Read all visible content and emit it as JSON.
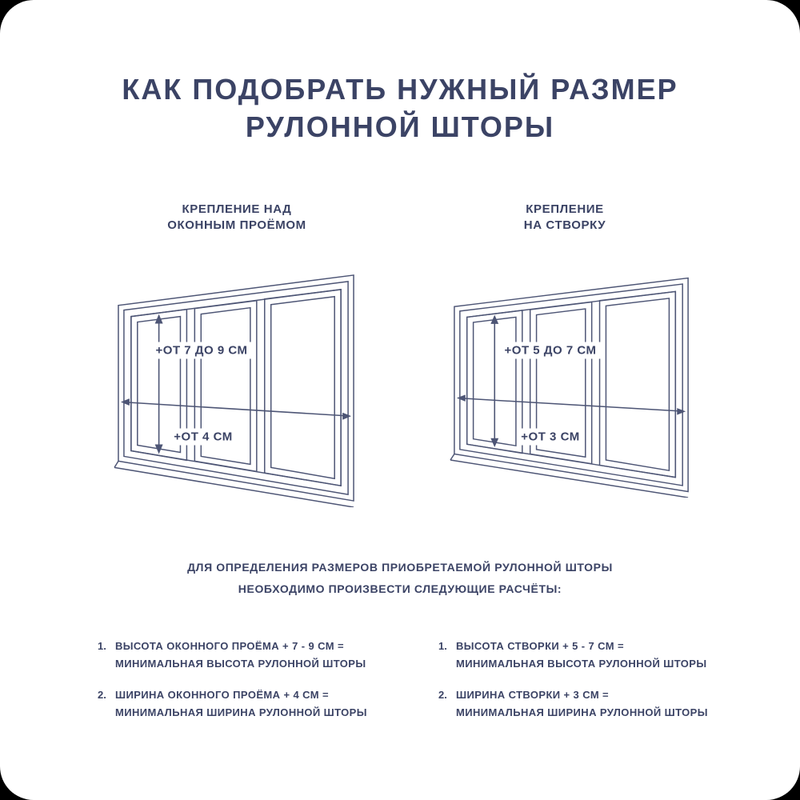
{
  "title": {
    "line1": "КАК ПОДОБРАТЬ НУЖНЫЙ РАЗМЕР",
    "line2": "РУЛОННОЙ ШТОРЫ"
  },
  "colors": {
    "ink": "#3b4365",
    "line": "#4d5575",
    "background": "#ffffff",
    "corner": "#000000"
  },
  "diagrams": {
    "left": {
      "header_line1": "КРЕПЛЕНИЕ НАД",
      "header_line2": "ОКОННЫМ ПРОЁМОМ",
      "height_label": "+ОТ 7 ДО 9 СМ",
      "width_label": "+ОТ 4 СМ"
    },
    "right": {
      "header_line1": "КРЕПЛЕНИЕ",
      "header_line2": "НА СТВОРКУ",
      "height_label": "+ОТ 5 ДО 7 СМ",
      "width_label": "+ОТ 3 СМ"
    }
  },
  "note": {
    "line1": "ДЛЯ ОПРЕДЕЛЕНИЯ РАЗМЕРОВ ПРИОБРЕТАЕМОЙ РУЛОННОЙ ШТОРЫ",
    "line2": "НЕОБХОДИМО ПРОИЗВЕСТИ СЛЕДУЮЩИЕ РАСЧЁТЫ:"
  },
  "calculations": {
    "left": [
      {
        "num": "1.",
        "line1": "ВЫСОТА ОКОННОГО ПРОЁМА + 7 - 9 СМ =",
        "line2": "МИНИМАЛЬНАЯ ВЫСОТА РУЛОННОЙ ШТОРЫ"
      },
      {
        "num": "2.",
        "line1": "ШИРИНА ОКОННОГО ПРОЁМА + 4 СМ =",
        "line2": "МИНИМАЛЬНАЯ ШИРИНА РУЛОННОЙ ШТОРЫ"
      }
    ],
    "right": [
      {
        "num": "1.",
        "line1": "ВЫСОТА СТВОРКИ + 5 - 7 СМ =",
        "line2": "МИНИМАЛЬНАЯ ВЫСОТА РУЛОННОЙ ШТОРЫ"
      },
      {
        "num": "2.",
        "line1": "ШИРИНА СТВОРКИ + 3 СМ =",
        "line2": "МИНИМАЛЬНАЯ ШИРИНА РУЛОННОЙ ШТОРЫ"
      }
    ]
  }
}
